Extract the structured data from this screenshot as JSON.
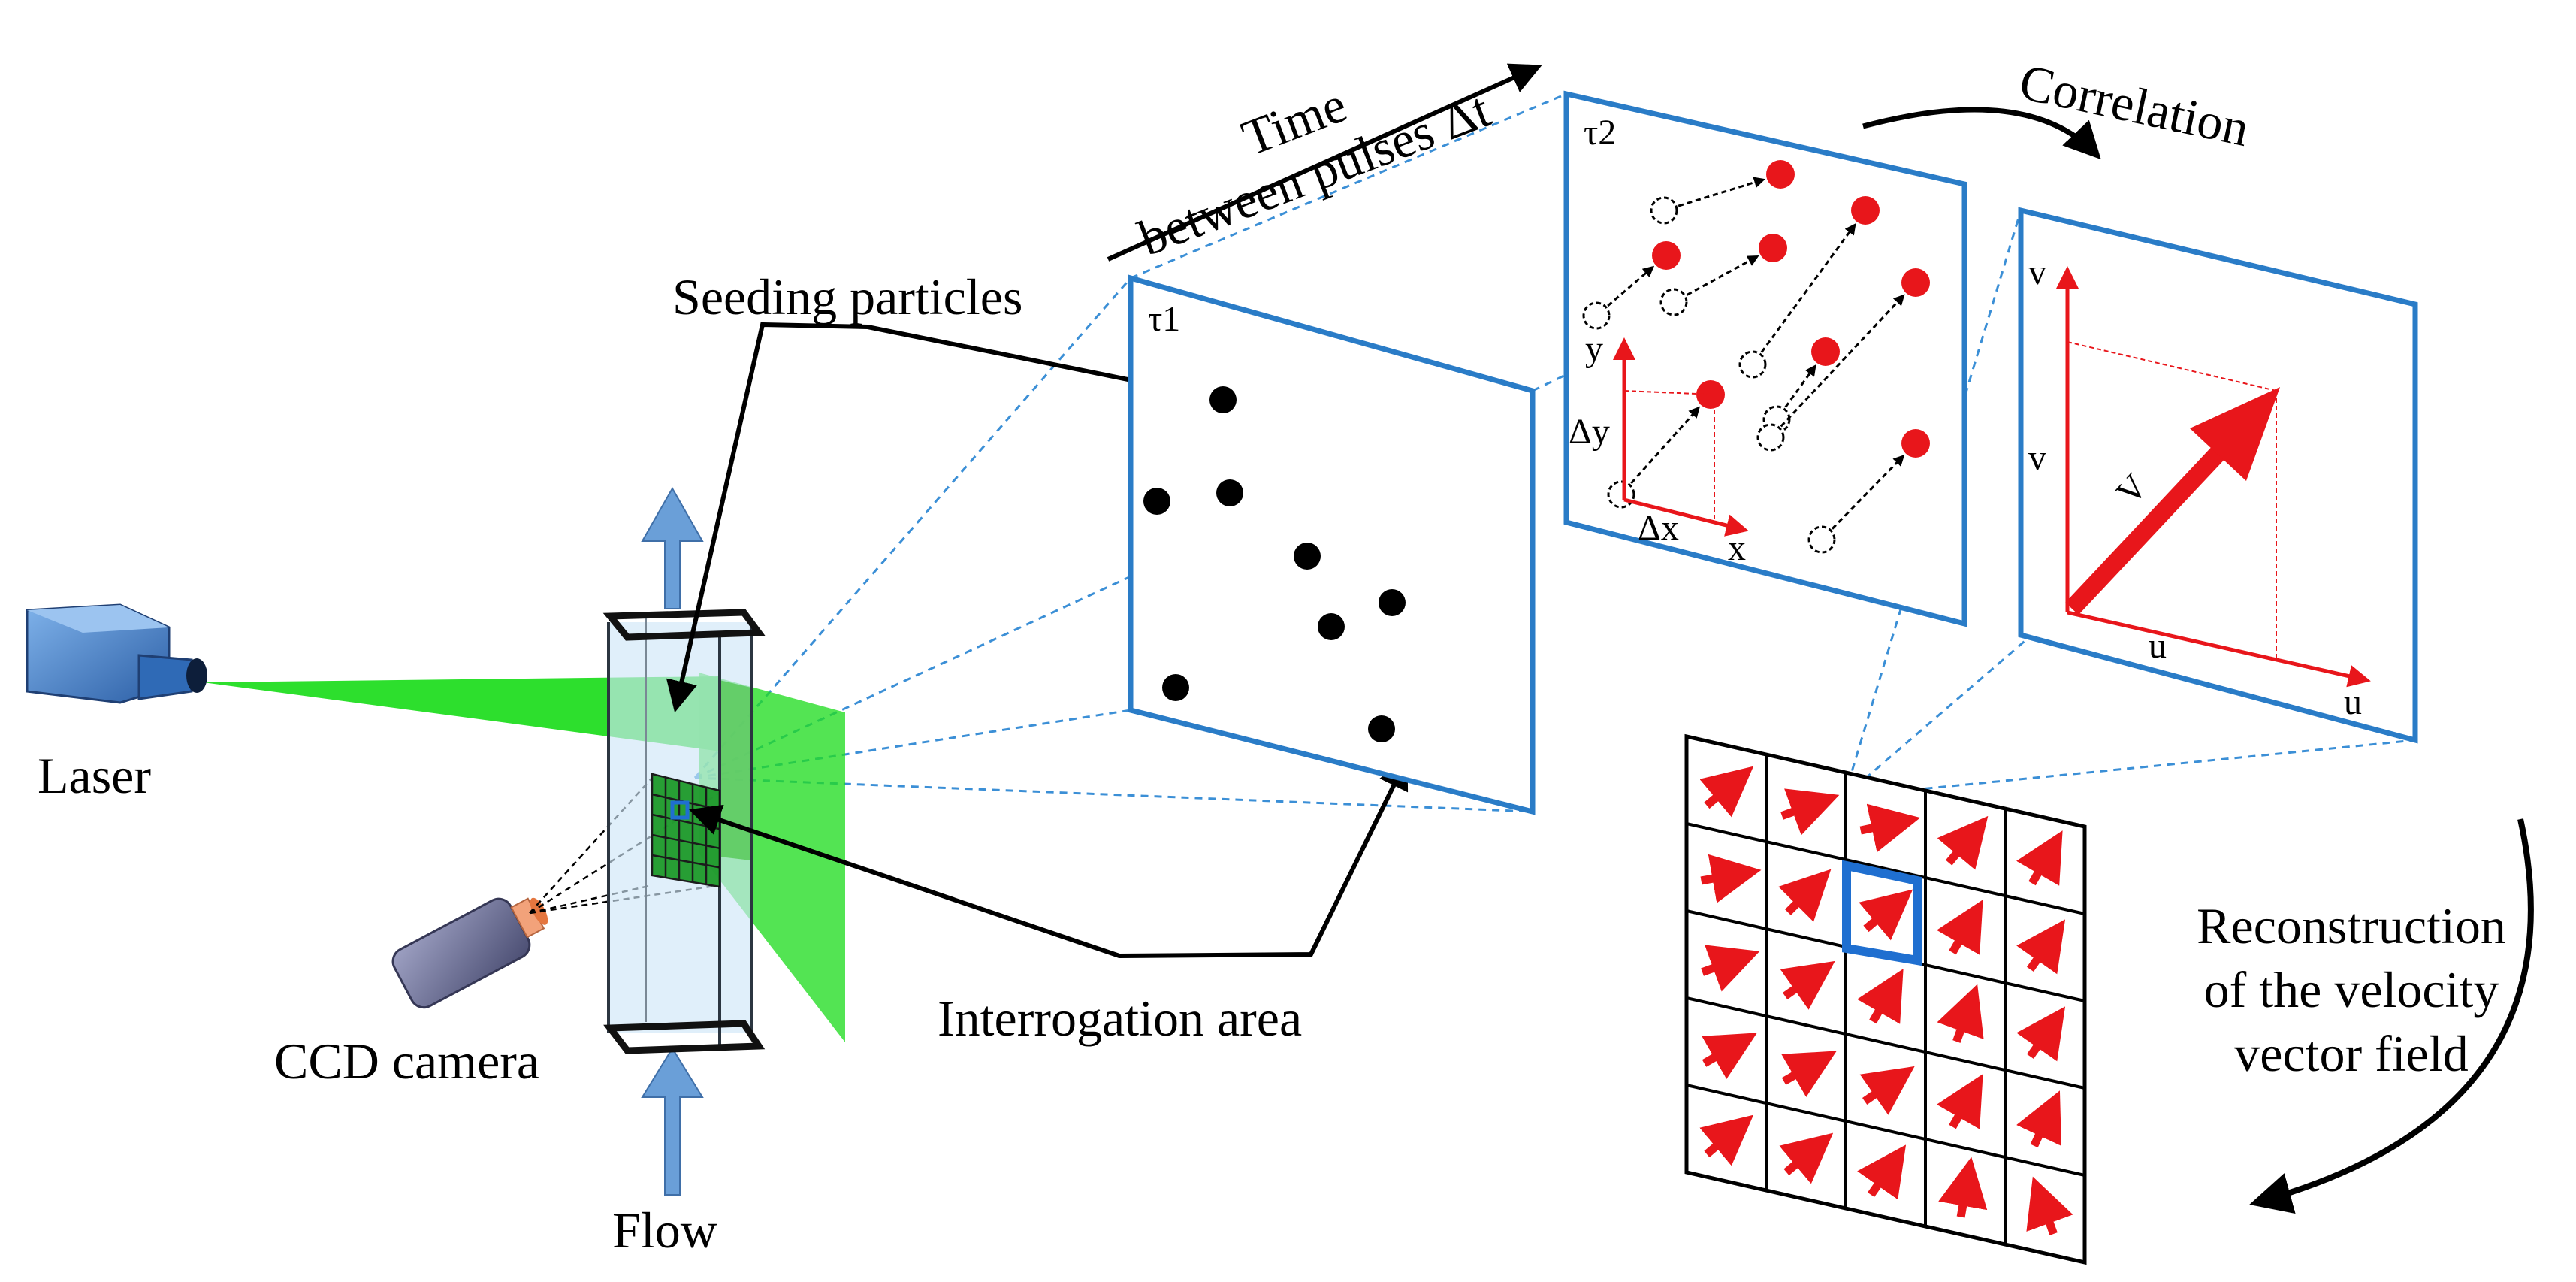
{
  "labels": {
    "laser": "Laser",
    "ccd_camera": "CCD camera",
    "flow": "Flow",
    "seeding_particles": "Seeding particles",
    "interrogation_area": "Interrogation area",
    "time_line1": "Time",
    "time_line2": "between pulses Δt",
    "correlation": "Correlation",
    "reconstruction_line1": "Reconstruction",
    "reconstruction_line2": "of the velocity",
    "reconstruction_line3": "vector field",
    "tau1": "τ1",
    "tau2": "τ2",
    "axis_x": "x",
    "axis_y": "y",
    "delta_x": "Δx",
    "delta_y": "Δy",
    "axis_u": "u",
    "axis_v": "v",
    "comp_u": "u",
    "comp_v": "v",
    "vec_V": "V"
  },
  "colors": {
    "laser_sheet": "#22dd22",
    "frame_blue": "#2a7cc7",
    "vector_red": "#e8161b",
    "flow_arrow": "#6a9fd8",
    "channel_fill": "#cfe6f7"
  },
  "icons": {
    "laser": "laser-device-icon",
    "camera": "ccd-camera-icon"
  }
}
